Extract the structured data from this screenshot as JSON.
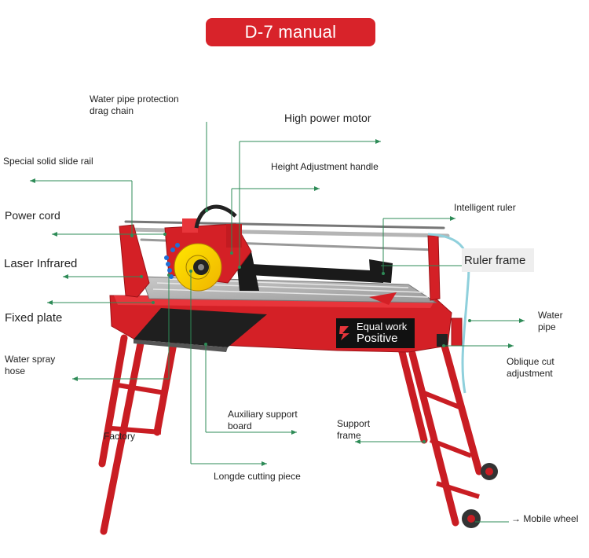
{
  "title": "D-7 manual",
  "labels": {
    "drag_chain_1": "Water pipe protection",
    "drag_chain_2": "drag chain",
    "high_power_motor": "High power motor",
    "slide_rail": "Special solid slide rail",
    "height_handle": "Height Adjustment handle",
    "intelligent_ruler": "Intelligent ruler",
    "power_cord": "Power cord",
    "ruler_frame": "Ruler frame",
    "laser_infrared": "Laser Infrared",
    "fixed_plate": "Fixed plate",
    "water_pipe_1": "Water",
    "water_pipe_2": "pipe",
    "equal_work": "Equal work",
    "positive": "Positive",
    "oblique_1": "Oblique cut",
    "oblique_2": "adjustment",
    "spray_hose_1": "Water spray",
    "spray_hose_2": "hose",
    "aux_board_1": "Auxiliary support",
    "aux_board_2": "board",
    "support_frame_1": "Support",
    "support_frame_2": "frame",
    "factory": "Factory",
    "cutting_piece": "Longde cutting piece",
    "mobile_wheel": "→ Mobile wheel"
  },
  "colors": {
    "title_bg": "#d8232a",
    "machine_red": "#d42026",
    "leader_line": "#2e8b57"
  }
}
